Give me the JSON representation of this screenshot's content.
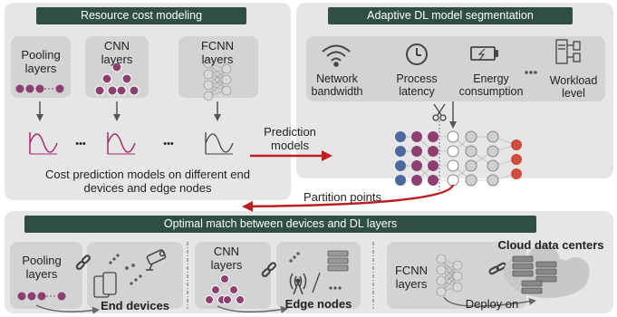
{
  "top_left": {
    "title": "Resource cost modeling",
    "layers": [
      {
        "line1": "Pooling",
        "line2": "layers"
      },
      {
        "line1": "CNN",
        "line2": "layers"
      },
      {
        "line1": "FCNN",
        "line2": "layers"
      }
    ],
    "ellipsis": "•••",
    "caption_line1": "Cost prediction models on different end",
    "caption_line2": "devices and edge nodes"
  },
  "prediction": {
    "line1": "Prediction",
    "line2": "models"
  },
  "top_right": {
    "title": "Adaptive DL model segmentation",
    "factors": [
      {
        "icon": "wifi-icon",
        "line1": "Network",
        "line2": "bandwidth"
      },
      {
        "icon": "clock-icon",
        "line1": "Process",
        "line2": "latency"
      },
      {
        "icon": "battery-icon",
        "line1": "Energy",
        "line2": "consumption"
      },
      {
        "icon": "server-icon",
        "line1": "Workload",
        "line2": "level"
      }
    ],
    "ellipsis": "•••"
  },
  "partition": {
    "label": "Partition points"
  },
  "bottom": {
    "title": "Optimal match between devices and DL layers",
    "groups": [
      {
        "layer_line1": "Pooling",
        "layer_line2": "layers",
        "target": "End devices"
      },
      {
        "layer_line1": "CNN",
        "layer_line2": "layers",
        "target": "Edge nodes"
      },
      {
        "layer_line1": "FCNN",
        "layer_line2": "layers",
        "target": "Cloud data centers"
      }
    ],
    "deploy": "Deploy on"
  },
  "colors": {
    "header": "#2f4f44",
    "panel": "#e6e6e6",
    "subpanel": "#d3d3d3",
    "node_purple": "#8e3f72",
    "node_blue": "#4d6aa0",
    "node_red": "#d34b3b",
    "wave": "#a52a6a",
    "arrow_red": "#c11f1f"
  }
}
